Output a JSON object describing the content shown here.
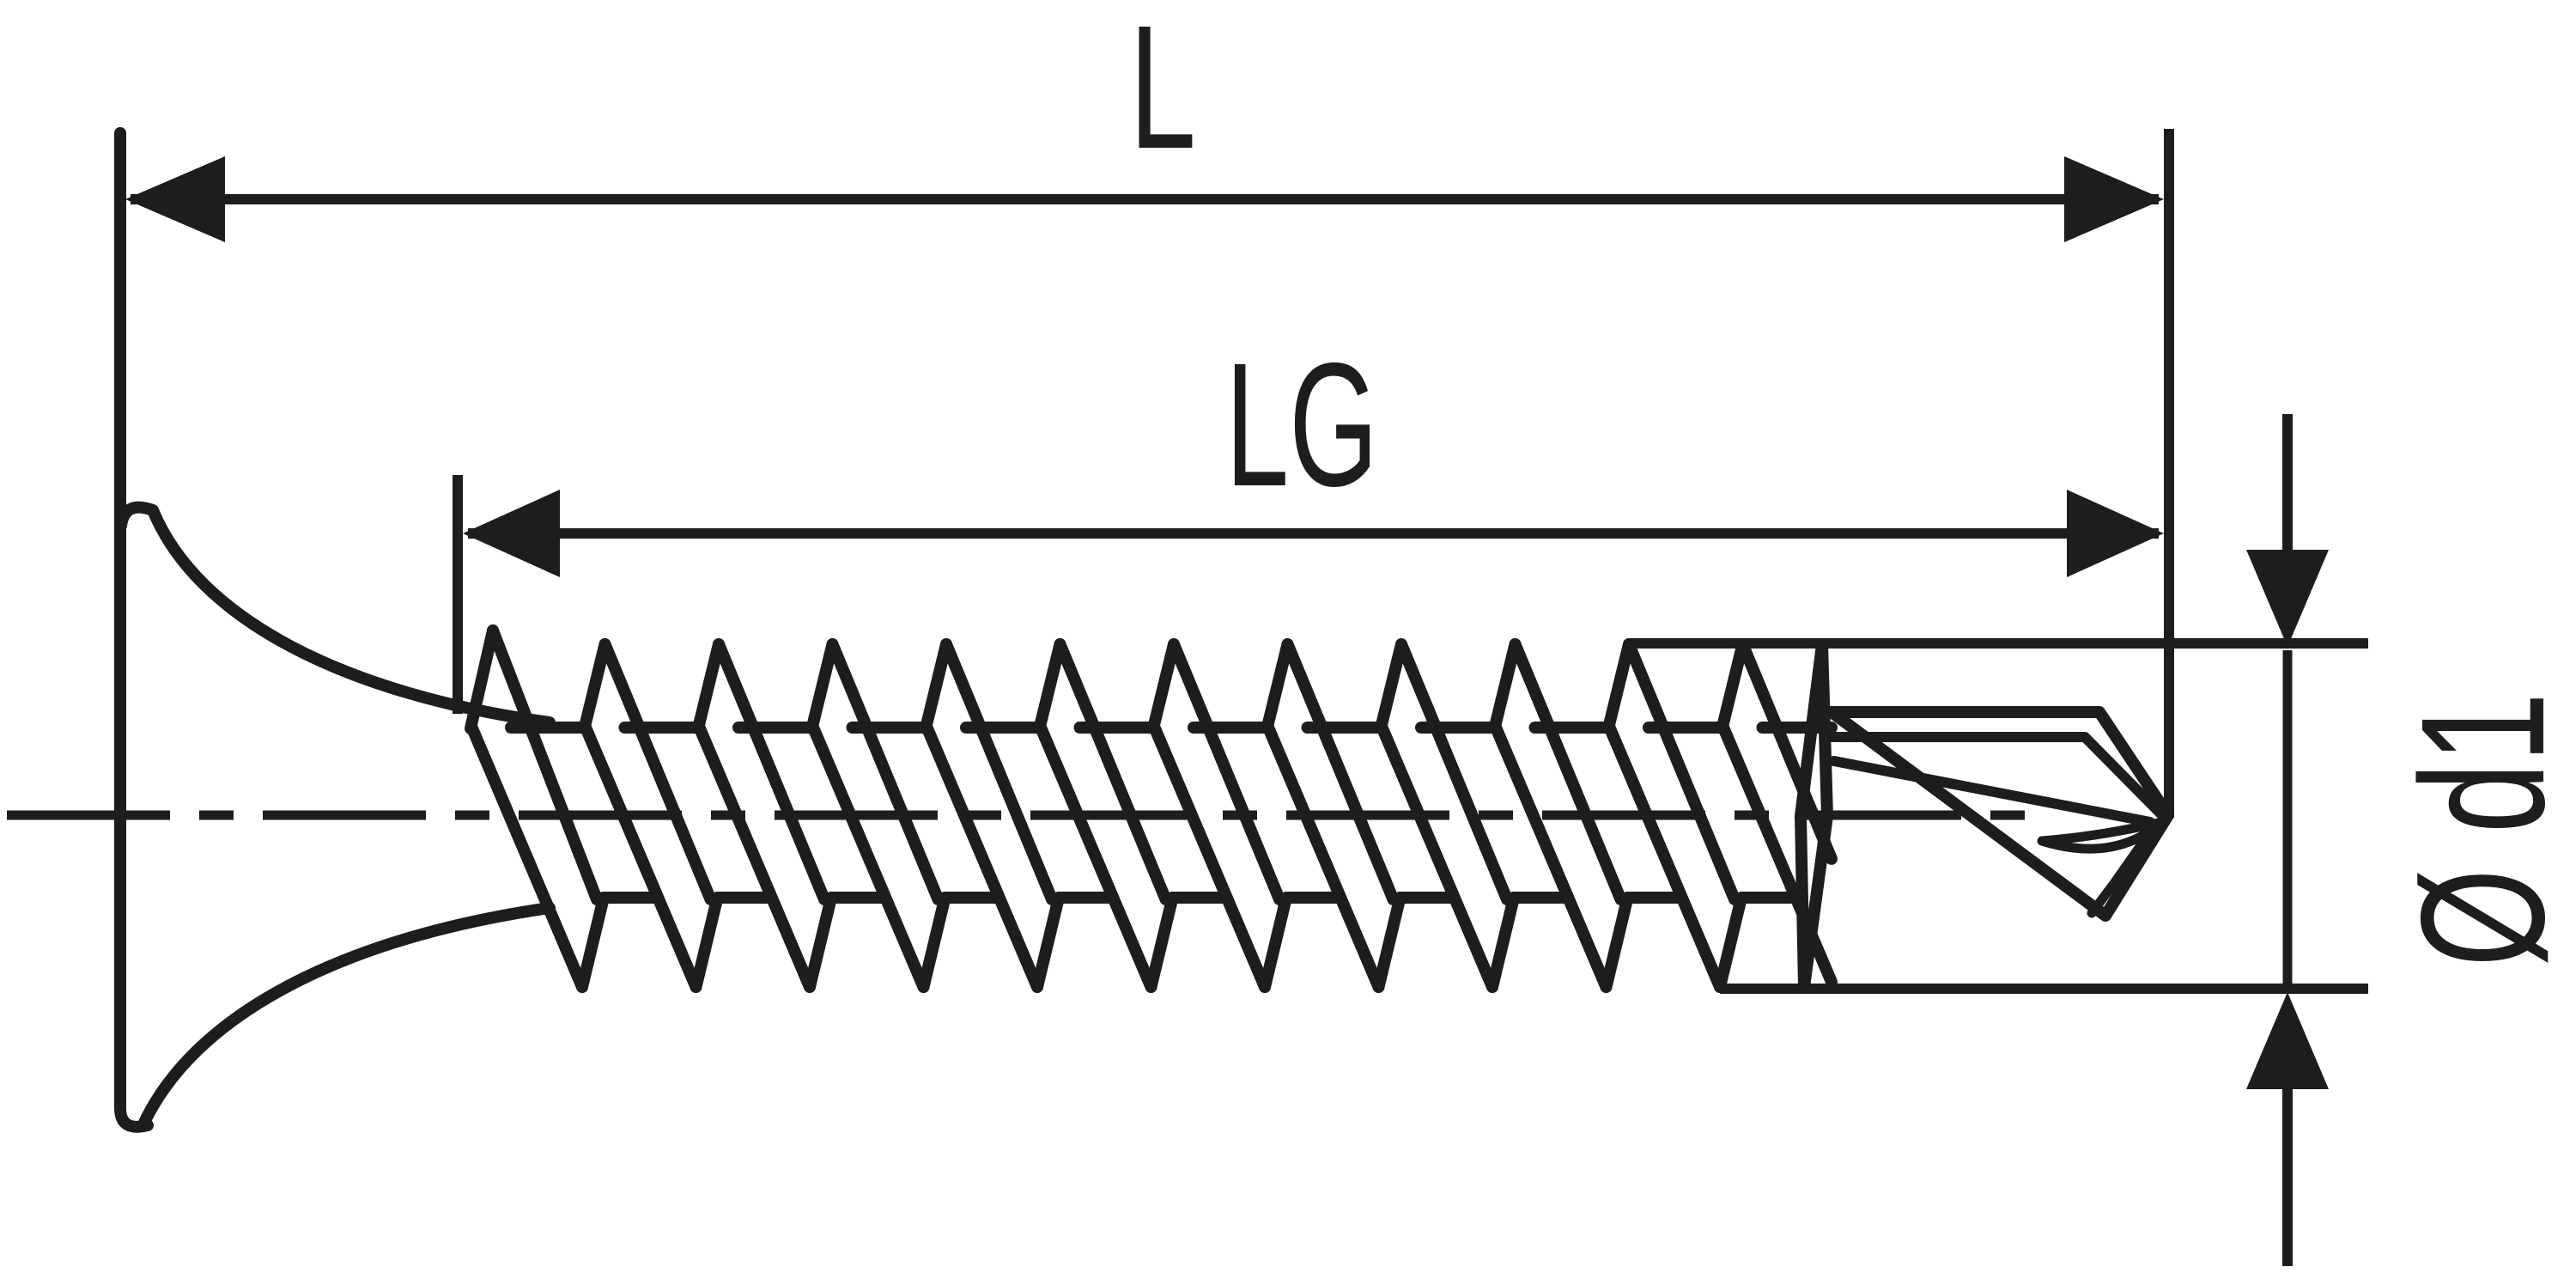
{
  "diagram": {
    "subject": "Technical line drawing of a countersunk-head self-drilling screw, side view, with dimension annotations",
    "colors": {
      "ink": "#1d1d1b",
      "background": "#ffffff"
    },
    "labels": {
      "overall_length": "L",
      "thread_length": "LG",
      "diameter": "Ø d1"
    }
  }
}
